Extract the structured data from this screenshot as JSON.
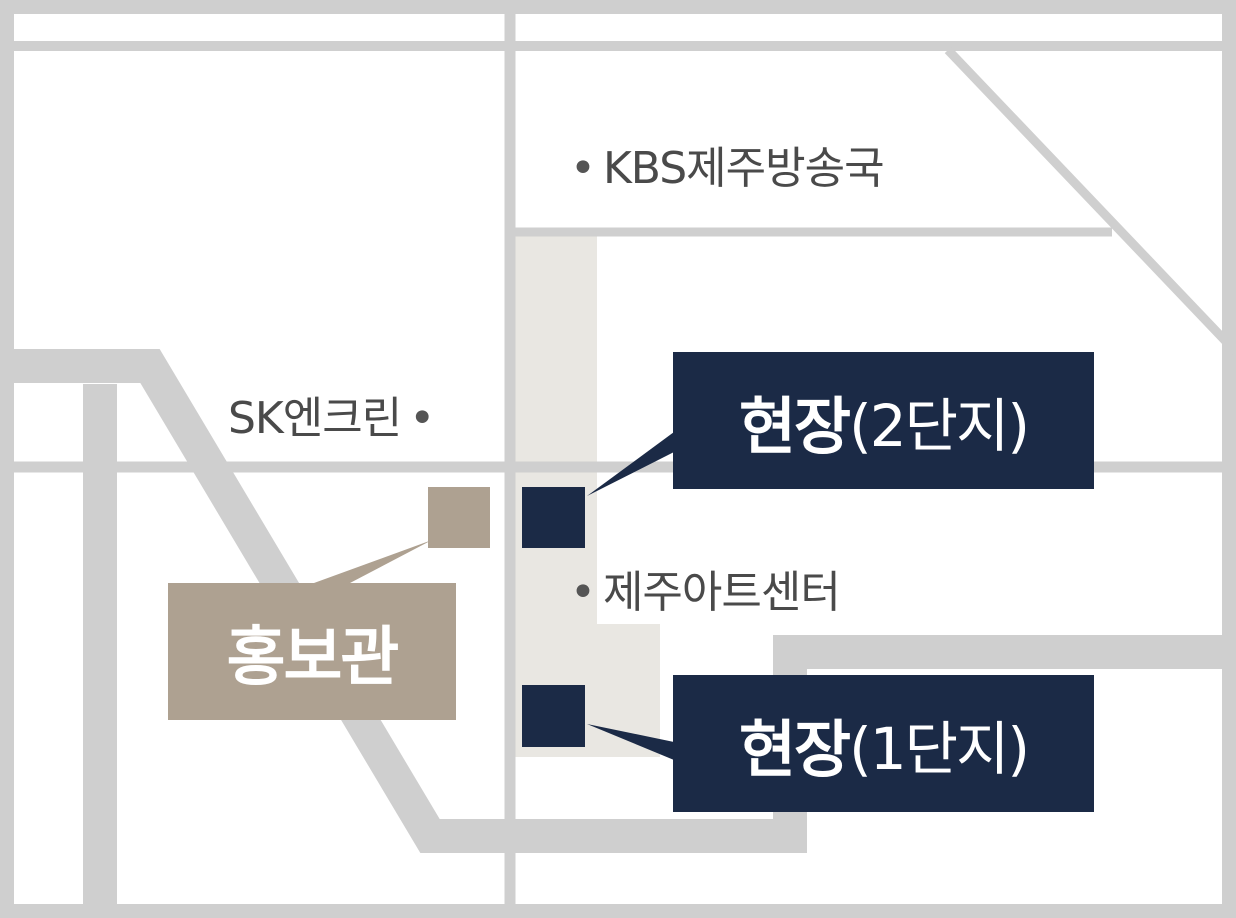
{
  "map": {
    "colors": {
      "background": "#ffffff",
      "frame": "#cfcfcf",
      "road": "#cfcfcf",
      "site_block": "#e9e7e2",
      "site_navy": "#1b2a46",
      "promo_taupe": "#aea191",
      "text": "#4a4a4a"
    },
    "landmarks": {
      "kbs": "KBS제주방송국",
      "sk": "SK엔크린",
      "art_center": "제주아트센터",
      "bullet": "•"
    },
    "callouts": {
      "site2": {
        "bold": "현장",
        "rest": "(2단지)"
      },
      "site1": {
        "bold": "현장",
        "rest": "(1단지)"
      },
      "promo_hall": "홍보관"
    }
  }
}
